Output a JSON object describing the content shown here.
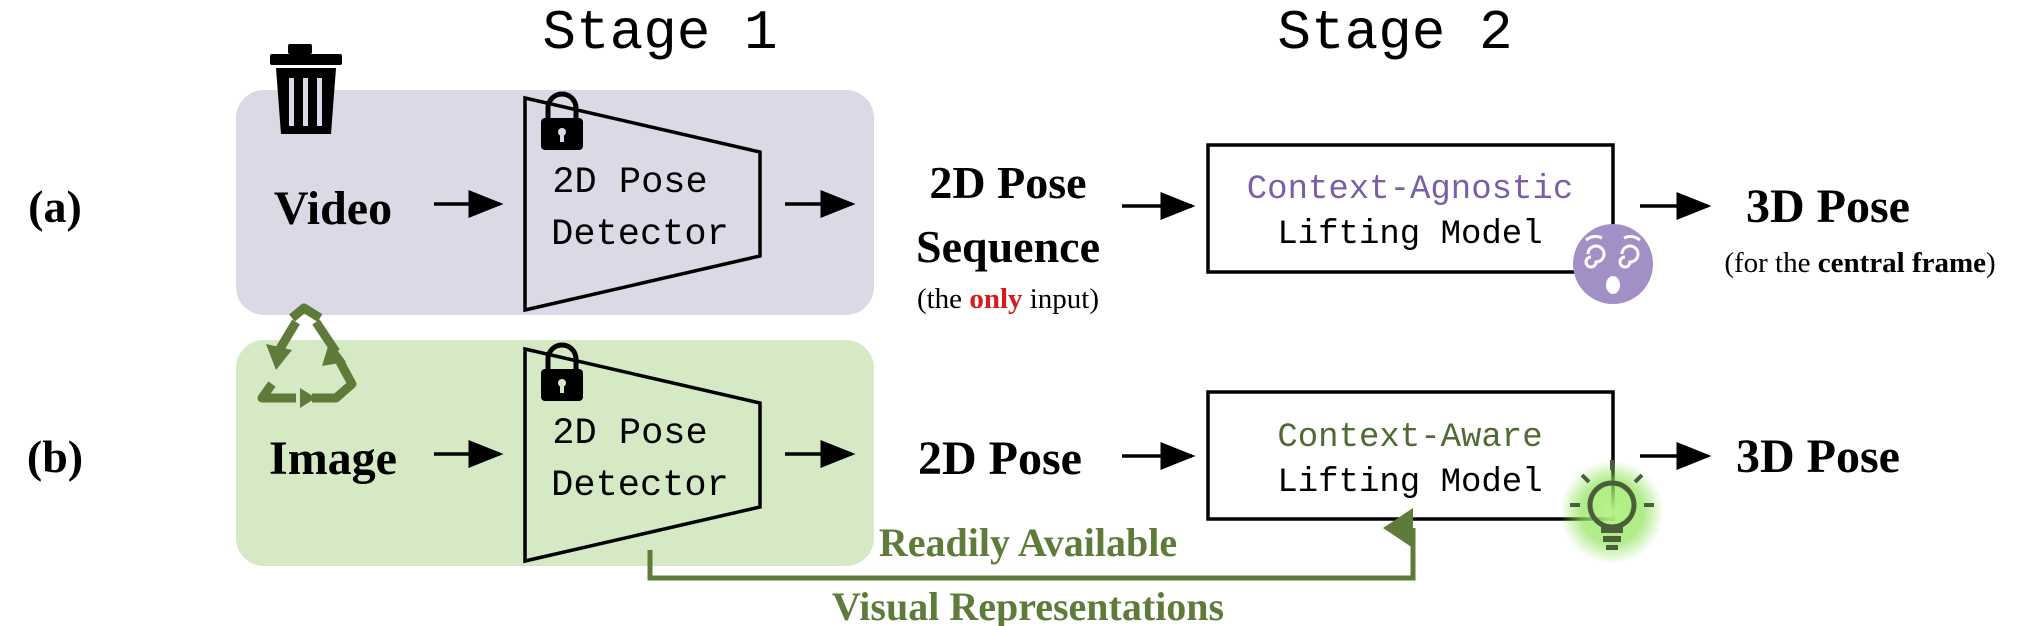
{
  "stages": {
    "stage1": "Stage 1",
    "stage2": "Stage 2"
  },
  "row_a": {
    "label": "(a)",
    "input": "Video",
    "detector": [
      "2D Pose",
      "Detector"
    ],
    "pose": [
      "2D Pose",
      "Sequence"
    ],
    "pose_note": {
      "pre": "(the ",
      "emph": "only",
      "post": " input)"
    },
    "lifting": {
      "kind": "Context-Agnostic",
      "rest": "Lifting Model"
    },
    "output": "3D Pose",
    "output_note": {
      "pre": "(for the ",
      "emph": "central frame",
      "post": ")"
    }
  },
  "row_b": {
    "label": "(b)",
    "input": "Image",
    "detector": [
      "2D Pose",
      "Detector"
    ],
    "pose": "2D Pose",
    "lifting": {
      "kind": "Context-Aware",
      "rest": "Lifting Model"
    },
    "output": "3D Pose"
  },
  "feature_link": {
    "line1": "Readily Available",
    "line2": "Visual Representations"
  },
  "colors": {
    "row_a_bg": "#dcd9e6",
    "row_b_bg": "#d5eac4",
    "agnostic_text": "#7b5ea7",
    "aware_text": "#4f6a32",
    "green_link": "#5e7b3a",
    "emphasis_red": "#d41c1c",
    "dizzy_face": "#a28fc6",
    "bulb_glow": "#8fe35a"
  },
  "icons": [
    "trash-icon",
    "recycle-icon",
    "lock-icon",
    "dizzy-face-icon",
    "lightbulb-icon"
  ]
}
